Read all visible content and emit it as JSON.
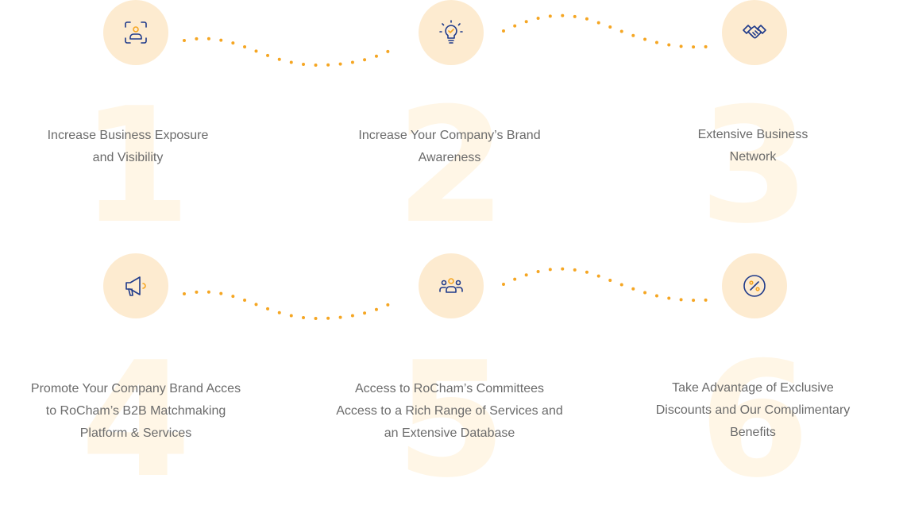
{
  "colors": {
    "circle_bg": "#fdebd0",
    "dots": "#f5a623",
    "icon_primary": "#1f3a8a",
    "icon_accent": "#f5a623",
    "caption": "#6b6b6b",
    "watermark": "#fff6e6"
  },
  "features": [
    {
      "number": "1",
      "icon": "user-focus-icon",
      "lines": [
        "Increase Business Exposure",
        "and Visibility"
      ]
    },
    {
      "number": "2",
      "icon": "lightbulb-icon",
      "lines": [
        "Increase Your Company’s Brand",
        "Awareness"
      ]
    },
    {
      "number": "3",
      "icon": "handshake-icon",
      "lines": [
        "Extensive Business",
        "Network"
      ]
    },
    {
      "number": "4",
      "icon": "megaphone-icon",
      "lines": [
        "Promote Your Company Brand Acces",
        "to RoCham’s B2B Matchmaking",
        "Platform & Services"
      ]
    },
    {
      "number": "5",
      "icon": "team-icon",
      "lines": [
        "Access to RoCham’s Committees",
        "Access to a Rich Range of Services and",
        "an Extensive Database"
      ]
    },
    {
      "number": "6",
      "icon": "percent-badge-icon",
      "lines": [
        "Take Advantage of Exclusive",
        "Discounts and Our Complimentary",
        "Benefits"
      ]
    }
  ]
}
